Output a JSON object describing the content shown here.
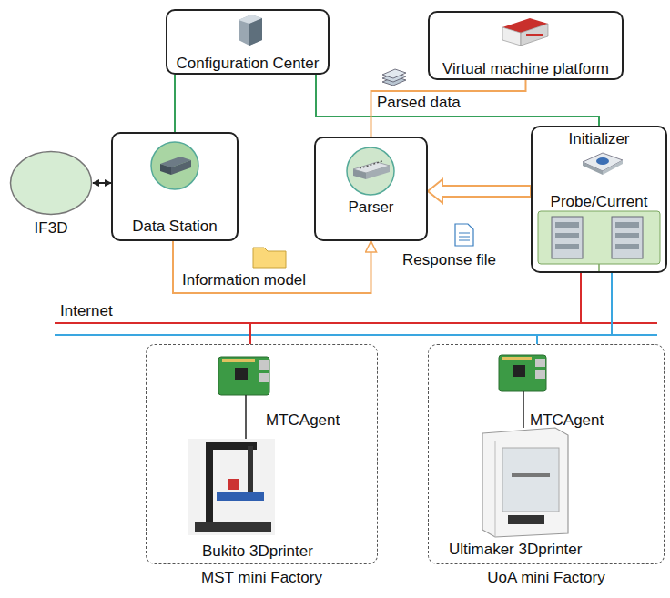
{
  "diagram": {
    "nodes": [
      {
        "text": [
          "Configuration Center"
        ]
      },
      {
        "text": [
          "Virtual machine platform"
        ]
      },
      {
        "text": [
          "IF3D"
        ]
      },
      {
        "text": [
          "Data Station"
        ]
      },
      {
        "text": [
          "Parser"
        ]
      },
      {
        "text": [
          "Initializer",
          "Probe/Current"
        ]
      },
      {
        "text": [
          "MST mini Factory"
        ]
      },
      {
        "text": [
          "UoA mini Factory"
        ]
      }
    ],
    "edges": [
      {
        "from": 0,
        "to": 3,
        "arrow": "none"
      },
      {
        "from": 0,
        "to": 5,
        "arrow": "none"
      },
      {
        "from": 4,
        "to": 1,
        "label": "Parsed data",
        "arrow": "none"
      },
      {
        "from": 3,
        "to": 4,
        "label": "Information model",
        "arrow": "to"
      },
      {
        "from": 5,
        "to": 4,
        "label": "Response file",
        "arrow": "to"
      },
      {
        "from": 2,
        "to": 3,
        "arrow": "both"
      }
    ],
    "labels": [
      "Internet",
      "MTCAgent",
      "Bukito 3Dprinter",
      "MTCAgent",
      "Ultimaker 3Dprinter"
    ]
  }
}
